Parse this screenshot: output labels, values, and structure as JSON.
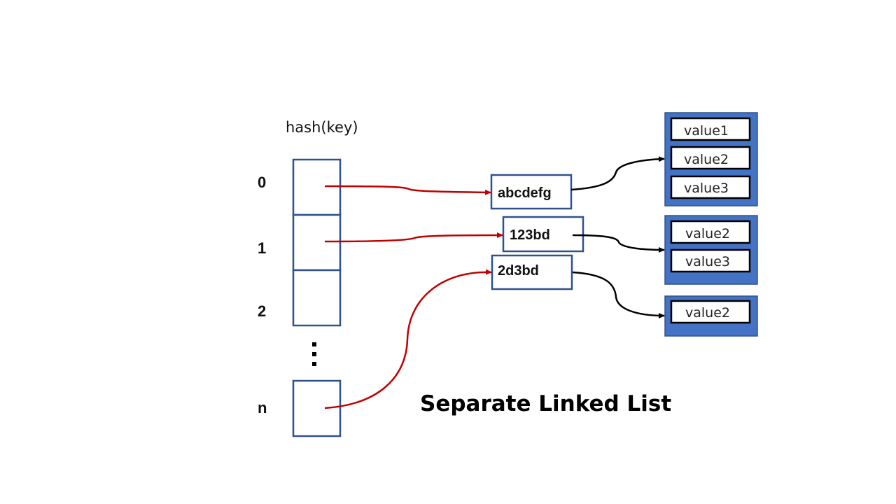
{
  "header": {
    "label": "hash(key)"
  },
  "buckets": [
    {
      "index": "0"
    },
    {
      "index": "1"
    },
    {
      "index": "2"
    },
    {
      "index": "n"
    }
  ],
  "ellipsis": "⋮",
  "keys": [
    "abcdefg",
    "123bd",
    "2d3bd"
  ],
  "value_groups": [
    {
      "values": [
        "value1",
        "value2",
        "value3"
      ]
    },
    {
      "values": [
        "value2",
        "value3"
      ]
    },
    {
      "values": [
        "value2"
      ]
    }
  ],
  "title": "Separate Linked List",
  "colors": {
    "bucket_border": "#2f528f",
    "value_group_fill": "#4472c4",
    "bucket_arrow": "#c00000",
    "value_arrow": "#000000"
  }
}
